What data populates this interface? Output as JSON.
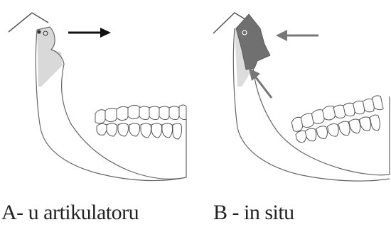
{
  "panels": [
    {
      "id": "A",
      "caption": "A- u artikulatoru"
    },
    {
      "id": "B",
      "caption": "B -  in situ"
    }
  ],
  "colors": {
    "outline": "#555555",
    "light_fill": "#d9d9d9",
    "dark_fill": "#6f6f6f",
    "arrow_black": "#111111",
    "arrow_gray": "#777777"
  }
}
